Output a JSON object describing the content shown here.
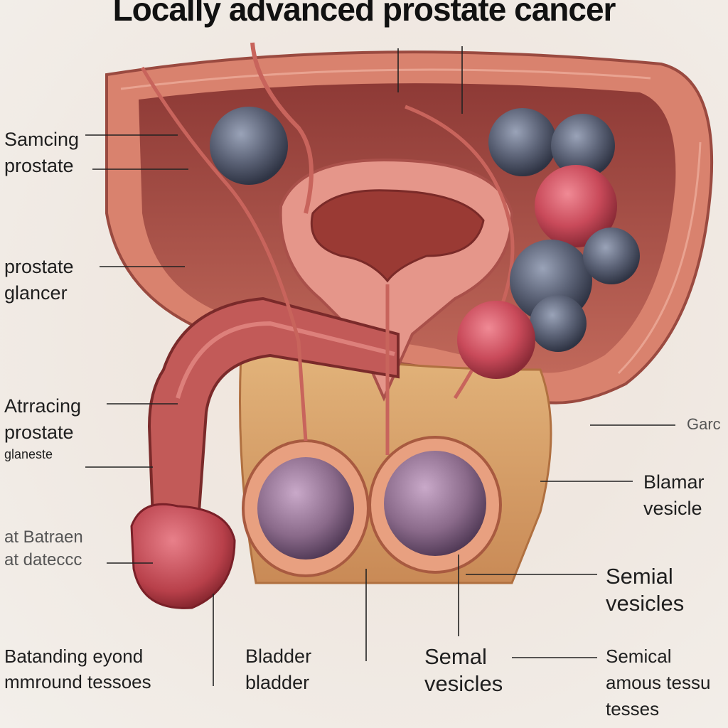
{
  "title": "Locally advanced prostate cancer",
  "labels": {
    "left_top": {
      "line1": "Samcing",
      "line2": "prostate"
    },
    "left_mid": {
      "line1": "prostate",
      "line2": "glancer"
    },
    "left_adv": {
      "line1": "Atrracing",
      "line2": "prostate",
      "line3": "glaneste"
    },
    "left_low": {
      "line1": "at Batraen",
      "line2": "at dateccc"
    },
    "bottom_left": {
      "line1": "Batanding eyond",
      "line2": "mmround tessoes"
    },
    "bottom_mid": {
      "line1": "Bladder",
      "line2": "bladder"
    },
    "bottom_semal": {
      "line1": "Semal",
      "line2": "vesicles"
    },
    "right_cut": {
      "line1": "Garc"
    },
    "right_blamar": {
      "line1": "Blamar",
      "line2": "vesicle"
    },
    "right_semial": {
      "line1": "Semial",
      "line2": "vesicles"
    },
    "right_bottom": {
      "line1": "Semical",
      "line2": "amous tessu",
      "line3": "tesses"
    }
  },
  "colors": {
    "muscle": "#d07a6a",
    "muscle_dark": "#a84a44",
    "cavity": "#b0524a",
    "tumor_gray": "#5d6478",
    "tumor_red": "#c94a5a",
    "testis": "#8a6a8a",
    "line": "#222222"
  }
}
